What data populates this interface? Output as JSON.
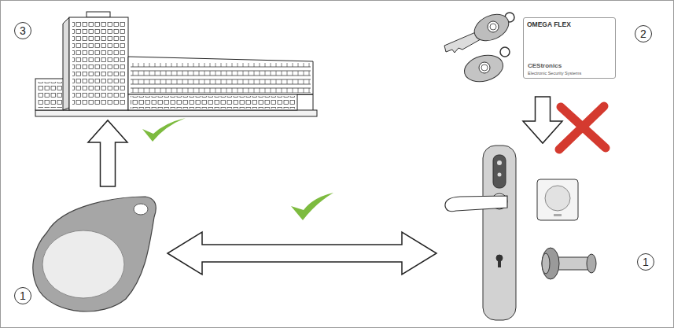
{
  "diagram": {
    "nodes": [
      {
        "text": [
          "3"
        ]
      },
      {
        "text": [
          "2"
        ]
      },
      {
        "text": [
          "OMEGA FLEX",
          "CEStronics",
          "Electronic Security Systems"
        ],
        "in": 1
      },
      {
        "text": [
          "1"
        ]
      },
      {
        "text": [
          "1"
        ]
      }
    ],
    "edges": [
      {
        "from": 3,
        "to": 0,
        "arrow": "to"
      },
      {
        "from": 3,
        "to": 4,
        "arrow": "both"
      },
      {
        "from": 1,
        "to": 4,
        "arrow": "to"
      }
    ]
  }
}
